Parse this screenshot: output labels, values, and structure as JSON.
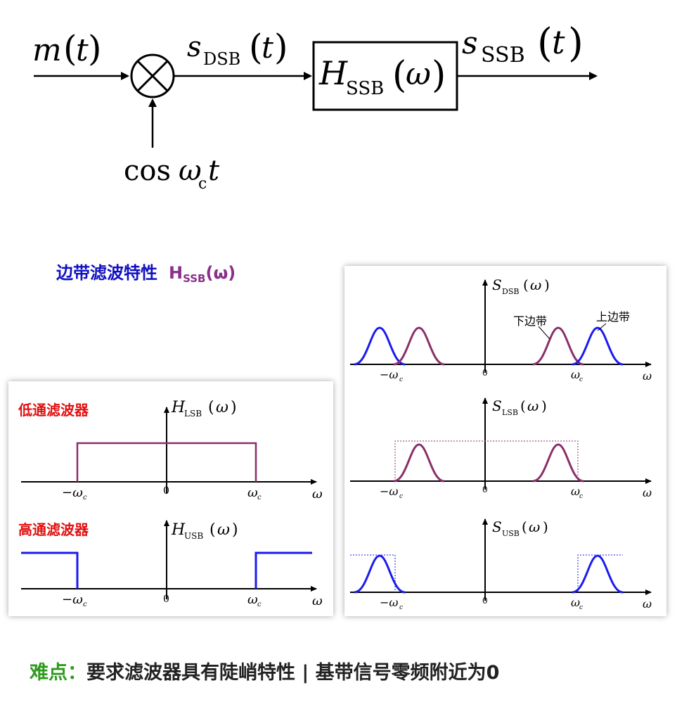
{
  "block_diagram": {
    "input_m": "m",
    "input_arg": "t",
    "dsb_s": "s",
    "dsb_sub": "DSB",
    "dsb_arg": "t",
    "filter_H": "H",
    "filter_sub": "SSB",
    "filter_arg": "ω",
    "out_s": "s",
    "out_sub": "SSB",
    "out_arg": "t",
    "carrier_cos": "cos",
    "carrier_omega": "ω",
    "carrier_sub": "c",
    "carrier_t": "t",
    "multiplier_symbol": "⊗"
  },
  "section_title": {
    "label": "边带滤波特性",
    "h": "H",
    "h_sub": "SSB",
    "h_arg": "(ω)"
  },
  "filters": {
    "lowpass": {
      "caption": "低通滤波器",
      "H": "H",
      "H_sub": "LSB",
      "arg": "ω"
    },
    "highpass": {
      "caption": "高通滤波器",
      "H": "H",
      "H_sub": "USB",
      "arg": "ω"
    }
  },
  "spectra": {
    "dsb": {
      "S": "S",
      "S_sub": "DSB",
      "arg": "ω",
      "lower_band": "下边带",
      "upper_band": "上边带"
    },
    "lsb": {
      "S": "S",
      "S_sub": "LSB",
      "arg": "ω"
    },
    "usb": {
      "S": "S",
      "S_sub": "USB",
      "arg": "ω"
    }
  },
  "axis": {
    "neg_wc": "−ω",
    "pos_wc": "ω",
    "c_sub": "c",
    "zero": "0",
    "omega": "ω"
  },
  "footer": {
    "highlight": "难点：",
    "text": "要求滤波器具有陡峭特性 | 基带信号零频附近为0"
  },
  "colors": {
    "lsb_purple": "#8a2f6a",
    "usb_blue": "#1a1af0",
    "title_blue": "#1010c0",
    "title_purple": "#8a2f8a",
    "caption_red": "#e01010",
    "footer_green": "#2f9a1e"
  }
}
